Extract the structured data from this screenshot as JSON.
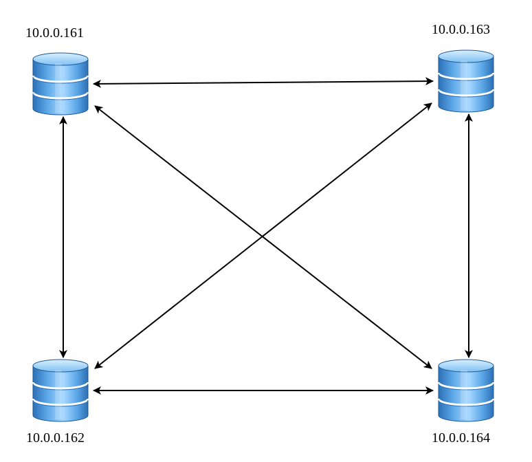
{
  "nodes": [
    {
      "id": "n161",
      "label": "10.0.0.161",
      "icon": "database-icon"
    },
    {
      "id": "n163",
      "label": "10.0.0.163",
      "icon": "database-icon"
    },
    {
      "id": "n162",
      "label": "10.0.0.162",
      "icon": "database-icon"
    },
    {
      "id": "n164",
      "label": "10.0.0.164",
      "icon": "database-icon"
    }
  ],
  "edges": [
    {
      "from": "n161",
      "to": "n163",
      "direction": "bidirectional"
    },
    {
      "from": "n162",
      "to": "n164",
      "direction": "bidirectional"
    },
    {
      "from": "n161",
      "to": "n162",
      "direction": "bidirectional"
    },
    {
      "from": "n163",
      "to": "n164",
      "direction": "bidirectional"
    },
    {
      "from": "n161",
      "to": "n164",
      "direction": "bidirectional"
    },
    {
      "from": "n163",
      "to": "n162",
      "direction": "bidirectional"
    }
  ],
  "colors": {
    "icon_body": "#5aa6e6",
    "icon_light": "#a8d8ff",
    "icon_dark": "#2c6fb5",
    "icon_stroke": "#1f5a96",
    "edge": "#000000"
  }
}
